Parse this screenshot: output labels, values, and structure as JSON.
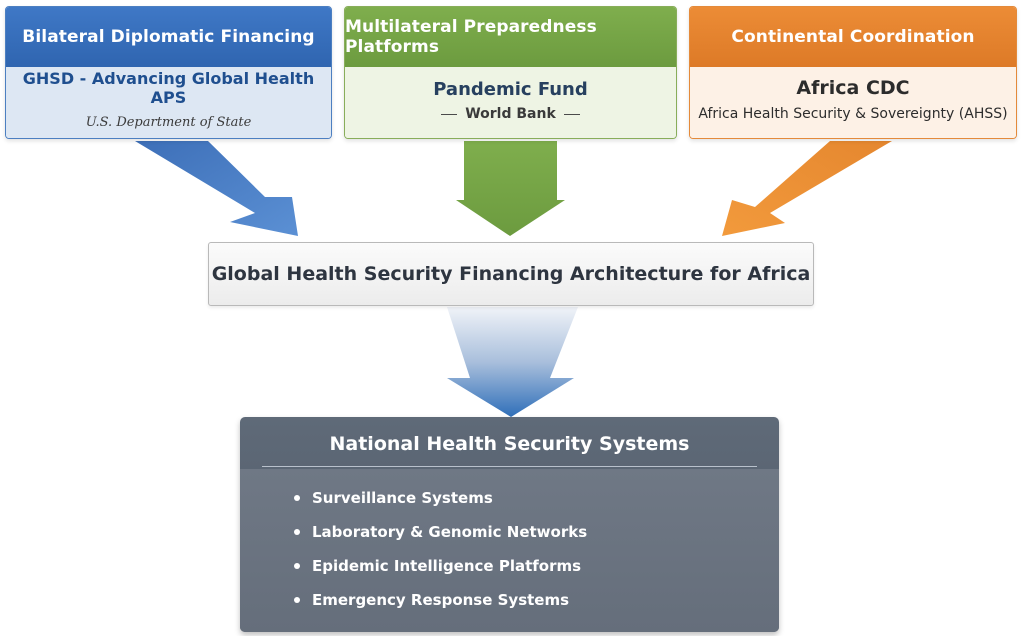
{
  "sources": [
    {
      "header": "Bilateral Diplomatic Financing",
      "title": "GHSD - Advancing Global Health APS",
      "subtitle": "U.S. Department of State",
      "color": "#3a72c0"
    },
    {
      "header": "Multilateral Preparedness Platforms",
      "title": "Pandemic Fund",
      "subtitle": "World Bank",
      "color": "#76a648"
    },
    {
      "header": "Continental Coordination",
      "title": "Africa CDC",
      "subtitle": "Africa Health Security & Sovereignty (AHSS)",
      "color": "#e7842f"
    }
  ],
  "hub": {
    "title": "Global Health Security Financing Architecture for Africa"
  },
  "national": {
    "title": "National Health Security Systems",
    "color": "#5a6573",
    "items": [
      "Surveillance Systems",
      "Laboratory & Genomic Networks",
      "Epidemic Intelligence Platforms",
      "Emergency Response Systems"
    ]
  }
}
